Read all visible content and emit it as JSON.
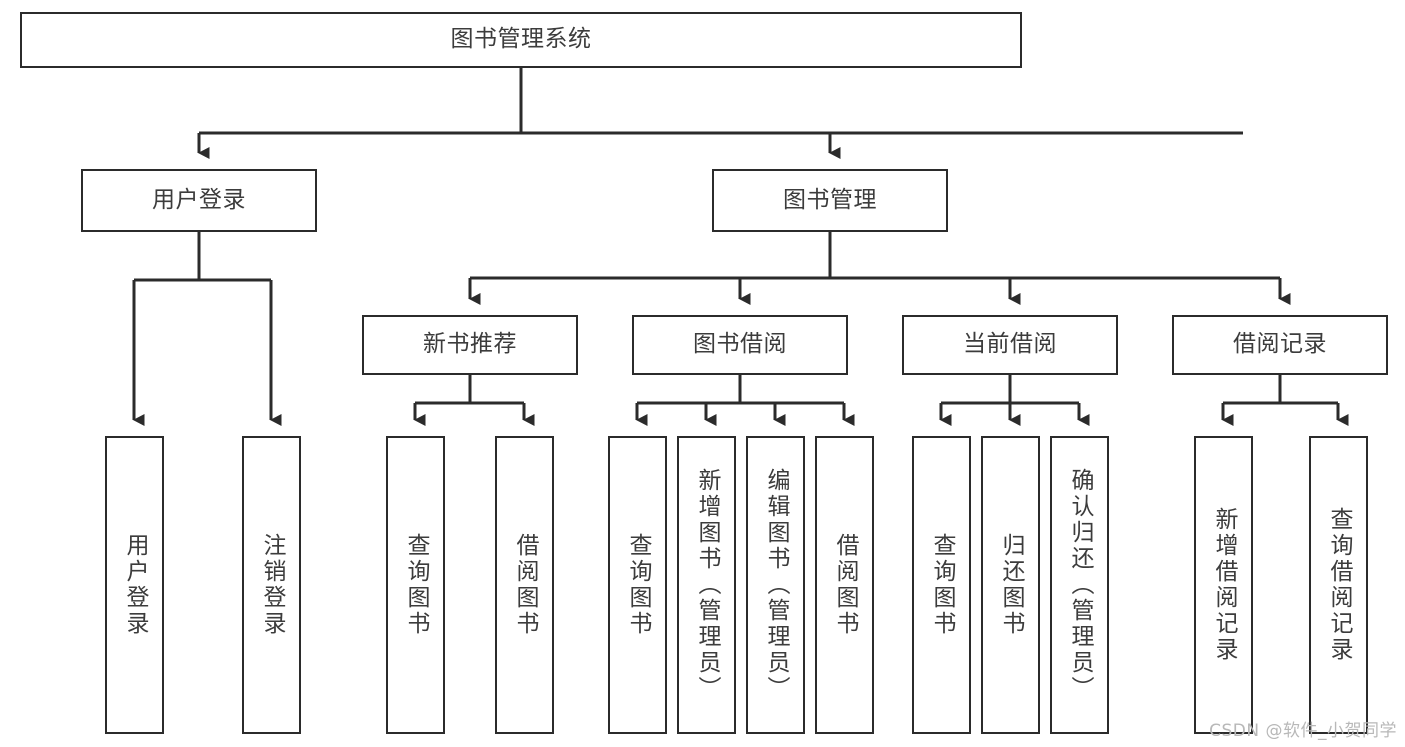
{
  "diagram": {
    "type": "tree",
    "title": "图书管理系统",
    "orientation": "top-down",
    "stroke_color": "#2b2b2b",
    "text_color": "#3c3c3c",
    "background": "#ffffff",
    "levels": 4
  },
  "nodes": {
    "root": {
      "label": "图书管理系统"
    },
    "level2": [
      {
        "label": "用户登录"
      },
      {
        "label": "图书管理"
      }
    ],
    "level3": [
      {
        "label": "新书推荐"
      },
      {
        "label": "图书借阅"
      },
      {
        "label": "当前借阅"
      },
      {
        "label": "借阅记录"
      }
    ],
    "leaves": {
      "user_login": [
        {
          "label": "用户登录"
        },
        {
          "label": "注销登录"
        }
      ],
      "new_book_recommend": [
        {
          "label": "查询图书"
        },
        {
          "label": "借阅图书"
        }
      ],
      "book_borrow": [
        {
          "label": "查询图书"
        },
        {
          "label": "新增图书（管理员）"
        },
        {
          "label": "编辑图书（管理员）"
        },
        {
          "label": "借阅图书"
        }
      ],
      "current_borrow": [
        {
          "label": "查询图书"
        },
        {
          "label": "归还图书"
        },
        {
          "label": "确认归还（管理员）"
        }
      ],
      "borrow_record": [
        {
          "label": "新增借阅记录"
        },
        {
          "label": "查询借阅记录"
        }
      ]
    }
  },
  "watermark": {
    "text": "CSDN @软件_小贺同学"
  }
}
